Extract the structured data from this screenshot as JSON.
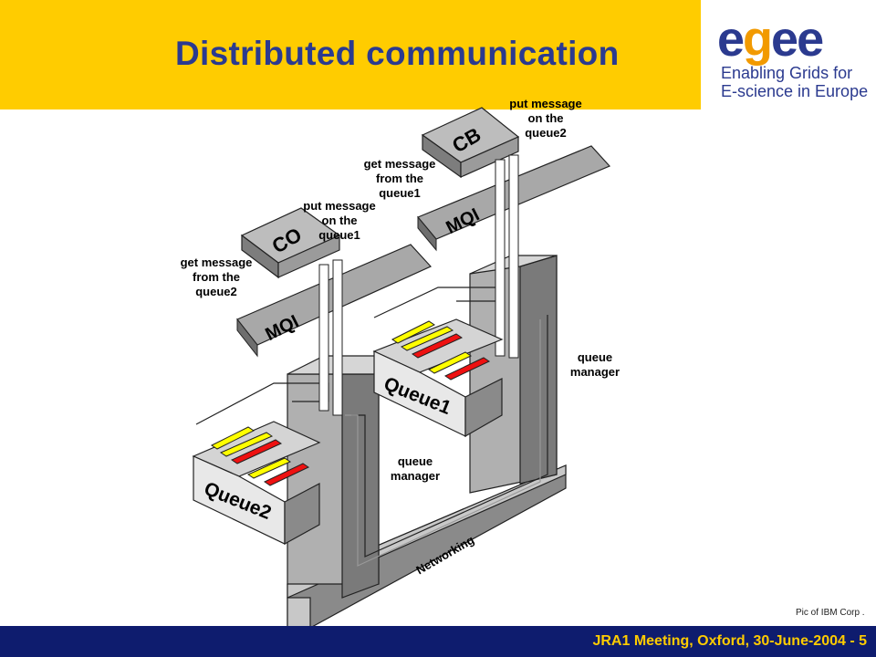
{
  "slide": {
    "title": "Distributed communication",
    "logo": {
      "word": "egee",
      "tagline_line1": "Enabling Grids for",
      "tagline_line2": "E-science in Europe"
    },
    "diagram": {
      "apps": [
        "CO",
        "CB"
      ],
      "interfaces": [
        "MQI",
        "MQI"
      ],
      "queues": [
        "Queue1",
        "Queue2"
      ],
      "network_label": "Networking",
      "annotations": {
        "co_get": [
          "get message",
          "from the",
          "queue2"
        ],
        "co_put": [
          "put message",
          "on the",
          "queue1"
        ],
        "cb_get": [
          "get message",
          "from the",
          "queue1"
        ],
        "cb_put": [
          "put message",
          "on the",
          "queue2"
        ],
        "qm_right": [
          "queue",
          "manager"
        ],
        "qm_left": [
          "queue",
          "manager"
        ]
      }
    },
    "credit": "Pic of IBM Corp .",
    "footer": "JRA1 Meeting, Oxford, 30-June-2004 - 5"
  },
  "colors": {
    "header_band": "#ffcc00",
    "title": "#2b3a8f",
    "footer_band": "#0e1c6e",
    "footer_text": "#ffcc00",
    "message_yellow": "#ffff00",
    "message_red": "#ee1111"
  }
}
